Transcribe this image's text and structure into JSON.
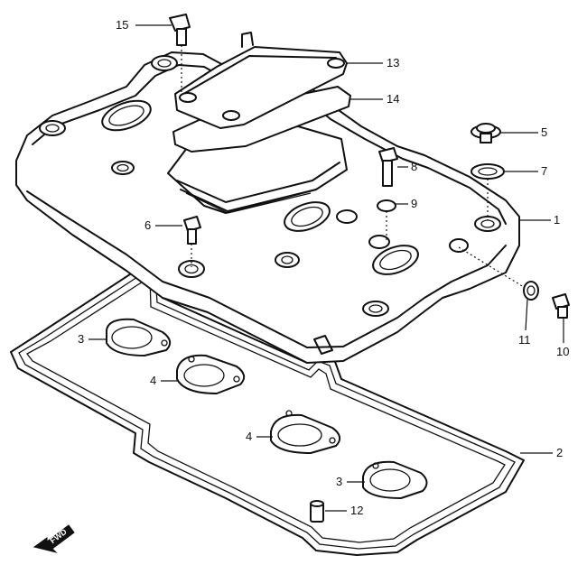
{
  "diagram": {
    "callouts": [
      {
        "id": "c15",
        "label": "15"
      },
      {
        "id": "c13",
        "label": "13"
      },
      {
        "id": "c14",
        "label": "14"
      },
      {
        "id": "c5",
        "label": "5"
      },
      {
        "id": "c7",
        "label": "7"
      },
      {
        "id": "c8",
        "label": "8"
      },
      {
        "id": "c9",
        "label": "9"
      },
      {
        "id": "c1",
        "label": "1"
      },
      {
        "id": "c6",
        "label": "6"
      },
      {
        "id": "c11",
        "label": "11"
      },
      {
        "id": "c10",
        "label": "10"
      },
      {
        "id": "c3a",
        "label": "3"
      },
      {
        "id": "c4a",
        "label": "4"
      },
      {
        "id": "c4b",
        "label": "4"
      },
      {
        "id": "c2",
        "label": "2"
      },
      {
        "id": "c3b",
        "label": "3"
      },
      {
        "id": "c12",
        "label": "12"
      }
    ],
    "direction_marker": {
      "label": "FWD"
    }
  }
}
